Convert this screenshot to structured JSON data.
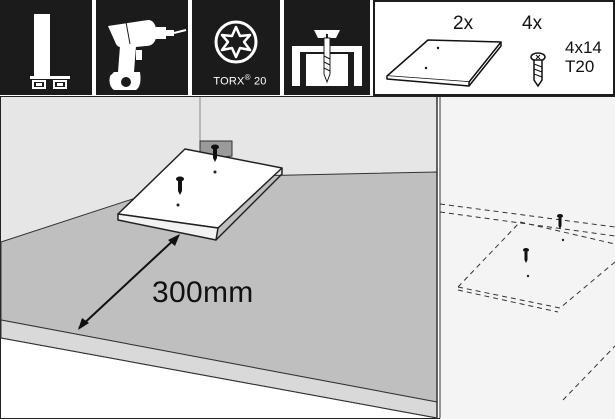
{
  "header": {
    "tools": [
      {
        "icon": "cabinet-wall-icon"
      },
      {
        "icon": "power-drill-icon"
      },
      {
        "icon": "torx-bit-icon",
        "label": "TORX",
        "sup": "®",
        "size": "20"
      },
      {
        "icon": "screw-into-panel-icon"
      }
    ],
    "parts": {
      "panel": {
        "quantity": "2x",
        "icon": "corner-panel-icon"
      },
      "screw": {
        "quantity": "4x",
        "icon": "screw-icon",
        "size": "4x14",
        "drive": "T20"
      }
    }
  },
  "diagram": {
    "dimension": "300mm"
  },
  "colors": {
    "tile_background": "#1b1b1b",
    "floor": "#bfbfbf",
    "wall": "#e6e6e6"
  }
}
